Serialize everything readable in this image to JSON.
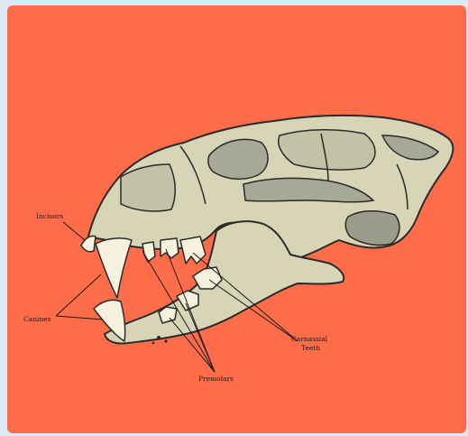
{
  "colors": {
    "background": "#fd6d4a",
    "page": "#dce9f5",
    "bone": "#d8d5b6",
    "bone_shadow": "#a8a896",
    "tooth": "#f6f1dc",
    "outline": "#2a2a2a"
  },
  "labels": {
    "incisors": "Incisors",
    "canines": "Canines",
    "premolars": "Premolars",
    "carnassial_line1": "Carnassial",
    "carnassial_line2": "Teeth"
  }
}
